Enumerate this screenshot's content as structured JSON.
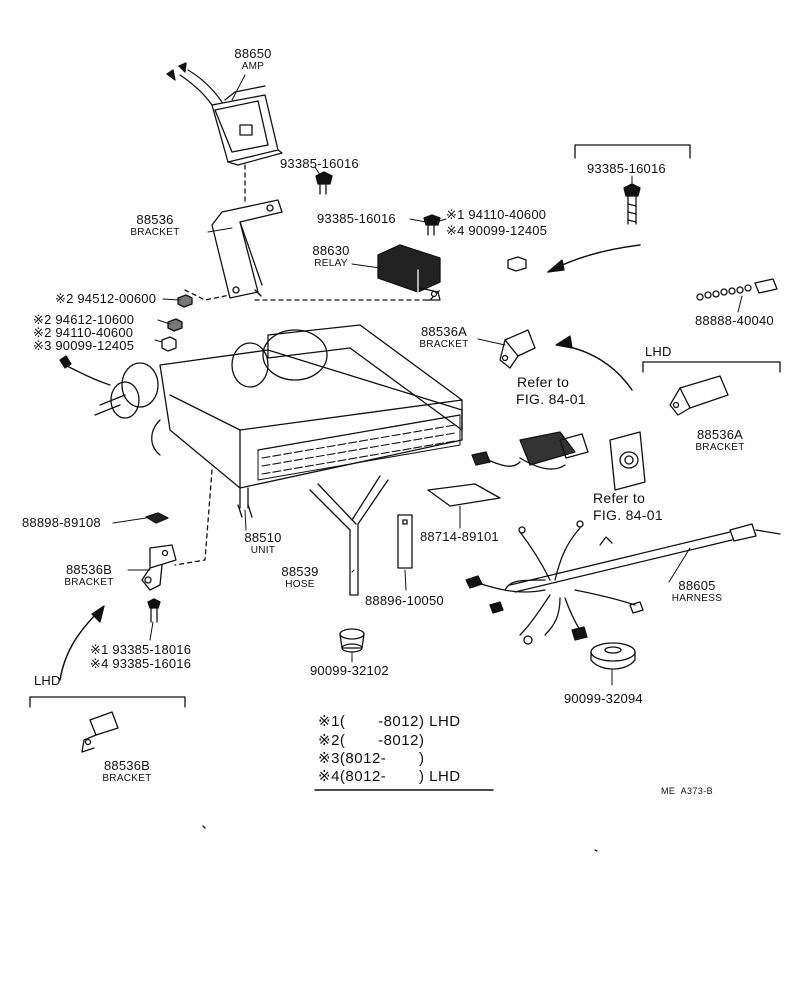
{
  "parts": {
    "amp": {
      "number": "88650",
      "name": "AMP"
    },
    "bracket_top": {
      "number": "88536",
      "name": "BRACKET"
    },
    "screw_amp": {
      "number": "93385-16016"
    },
    "screw_relay": {
      "number": "93385-16016"
    },
    "relay_bolt_1": {
      "number": "※1 94110-40600"
    },
    "relay_nut_4": {
      "number": "※4 90099-12405"
    },
    "relay": {
      "number": "88630",
      "name": "RELAY"
    },
    "screw_right": {
      "number": "93385-16016"
    },
    "connector_string": {
      "number": "88888-40040"
    },
    "nut_2a": {
      "number": "※2 94512-00600"
    },
    "nut_2b": {
      "number": "※2 94612-10600"
    },
    "bolt_2": {
      "number": "※2 94110-40600"
    },
    "nut_3": {
      "number": "※3 90099-12405"
    },
    "bracket_a": {
      "number": "88536A",
      "name": "BRACKET"
    },
    "bracket_a_lhd": {
      "tag": "LHD",
      "number": "88536A",
      "name": "BRACKET"
    },
    "refer_1": {
      "line1": "Refer to",
      "line2": "FIG. 84-01"
    },
    "refer_2": {
      "line1": "Refer to",
      "line2": "FIG. 84-01"
    },
    "clip": {
      "number": "88898-89108"
    },
    "unit": {
      "number": "88510",
      "name": "UNIT"
    },
    "plate": {
      "number": "88714-89101"
    },
    "bracket_b": {
      "number": "88536B",
      "name": "BRACKET"
    },
    "hose": {
      "number": "88539",
      "name": "HOSE"
    },
    "clamp": {
      "number": "88896-10050"
    },
    "harness": {
      "number": "88605",
      "name": "HARNESS"
    },
    "bolt_b_1": {
      "number": "※1 93385-18016"
    },
    "bolt_b_4": {
      "number": "※4 93385-16016"
    },
    "grommet_small": {
      "number": "90099-32102"
    },
    "grommet_large": {
      "number": "90099-32094"
    },
    "bracket_b_lhd": {
      "tag": "LHD",
      "number": "88536B",
      "name": "BRACKET"
    }
  },
  "legend": [
    {
      "mark": "※1",
      "text": "(       -8012) LHD"
    },
    {
      "mark": "※2",
      "text": "(       -8012)"
    },
    {
      "mark": "※3",
      "text": "(8012-       )"
    },
    {
      "mark": "※4",
      "text": "(8012-       ) LHD"
    }
  ],
  "figure_code": "ME  A373-B"
}
